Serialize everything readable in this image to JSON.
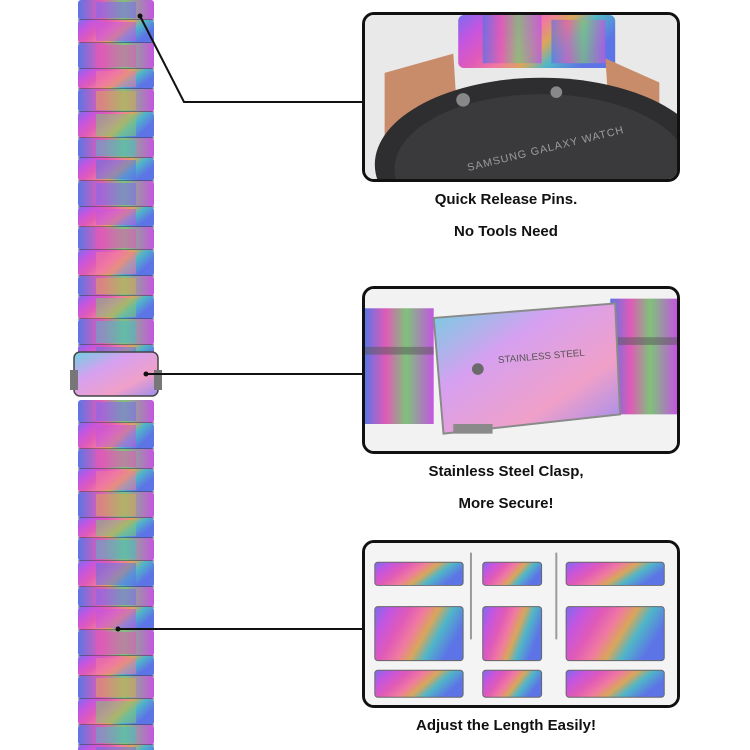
{
  "band": {
    "colors": [
      "#7a6cf0",
      "#c455e0",
      "#e05ab8",
      "#f07aa0",
      "#d9a65a",
      "#7fc27a",
      "#4fb6c8",
      "#5d74e6"
    ]
  },
  "features": [
    {
      "caption_lines": [
        "Quick Release Pins.",
        "No Tools Need"
      ],
      "engraving": "SAMSUNG GALAXY WATCH"
    },
    {
      "caption_lines": [
        "Stainless Steel Clasp,",
        "More Secure!"
      ],
      "engraving": "STAINLESS STEEL"
    },
    {
      "caption_lines": [
        "Adjust the Length Easily!"
      ]
    }
  ]
}
